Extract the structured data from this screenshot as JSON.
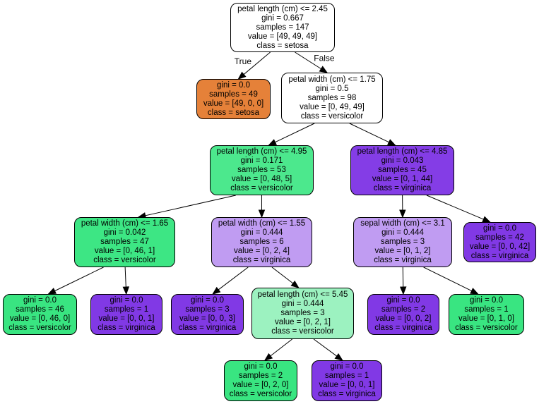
{
  "tree": {
    "colors": {
      "white": "#ffffff",
      "setosa_orange": "#e58139",
      "versicolor_green_strong": "#39e581",
      "versicolor_green": "#47e78a",
      "versicolor_green_light": "#9cf2c0",
      "virginica_purple_strong": "#8139e5",
      "virginica_purple": "#843de6",
      "virginica_purple_light": "#c09cf2"
    },
    "nodes": [
      {
        "id": "n0",
        "lines": [
          "petal length (cm) <= 2.45",
          "gini = 0.667",
          "samples = 147",
          "value = [49, 49, 49]",
          "class = setosa"
        ],
        "color": "#ffffff"
      },
      {
        "id": "n1",
        "lines": [
          "gini = 0.0",
          "samples = 49",
          "value = [49, 0, 0]",
          "class = setosa"
        ],
        "color": "#e58139"
      },
      {
        "id": "n2",
        "lines": [
          "petal width (cm) <= 1.75",
          "gini = 0.5",
          "samples = 98",
          "value = [0, 49, 49]",
          "class = versicolor"
        ],
        "color": "#ffffff"
      },
      {
        "id": "n3",
        "lines": [
          "petal length (cm) <= 4.95",
          "gini = 0.171",
          "samples = 53",
          "value = [0, 48, 5]",
          "class = versicolor"
        ],
        "color": "#4ce88d"
      },
      {
        "id": "n4",
        "lines": [
          "petal length (cm) <= 4.85",
          "gini = 0.043",
          "samples = 45",
          "value = [0, 1, 44]",
          "class = virginica"
        ],
        "color": "#843de6"
      },
      {
        "id": "n5",
        "lines": [
          "petal width (cm) <= 1.65",
          "gini = 0.042",
          "samples = 47",
          "value = [0, 46, 1]",
          "class = versicolor"
        ],
        "color": "#3de684"
      },
      {
        "id": "n6",
        "lines": [
          "petal width (cm) <= 1.55",
          "gini = 0.444",
          "samples = 6",
          "value = [0, 2, 4]",
          "class = virginica"
        ],
        "color": "#c09cf2"
      },
      {
        "id": "n7",
        "lines": [
          "sepal width (cm) <= 3.1",
          "gini = 0.444",
          "samples = 3",
          "value = [0, 1, 2]",
          "class = virginica"
        ],
        "color": "#c09cf2"
      },
      {
        "id": "n8",
        "lines": [
          "gini = 0.0",
          "samples = 42",
          "value = [0, 0, 42]",
          "class = virginica"
        ],
        "color": "#8139e5"
      },
      {
        "id": "n9",
        "lines": [
          "gini = 0.0",
          "samples = 46",
          "value = [0, 46, 0]",
          "class = versicolor"
        ],
        "color": "#39e581"
      },
      {
        "id": "n10",
        "lines": [
          "gini = 0.0",
          "samples = 1",
          "value = [0, 0, 1]",
          "class = virginica"
        ],
        "color": "#8139e5"
      },
      {
        "id": "n11",
        "lines": [
          "gini = 0.0",
          "samples = 3",
          "value = [0, 0, 3]",
          "class = virginica"
        ],
        "color": "#8139e5"
      },
      {
        "id": "n12",
        "lines": [
          "petal length (cm) <= 5.45",
          "gini = 0.444",
          "samples = 3",
          "value = [0, 2, 1]",
          "class = versicolor"
        ],
        "color": "#9cf2c0"
      },
      {
        "id": "n13",
        "lines": [
          "gini = 0.0",
          "samples = 2",
          "value = [0, 0, 2]",
          "class = virginica"
        ],
        "color": "#8139e5"
      },
      {
        "id": "n14",
        "lines": [
          "gini = 0.0",
          "samples = 1",
          "value = [0, 1, 0]",
          "class = versicolor"
        ],
        "color": "#39e581"
      },
      {
        "id": "n15",
        "lines": [
          "gini = 0.0",
          "samples = 2",
          "value = [0, 2, 0]",
          "class = versicolor"
        ],
        "color": "#39e581"
      },
      {
        "id": "n16",
        "lines": [
          "gini = 0.0",
          "samples = 1",
          "value = [0, 0, 1]",
          "class = virginica"
        ],
        "color": "#8139e5"
      }
    ],
    "edges": [
      {
        "from": "n0",
        "to": "n1",
        "label": "True"
      },
      {
        "from": "n0",
        "to": "n2",
        "label": "False"
      },
      {
        "from": "n2",
        "to": "n3",
        "label": ""
      },
      {
        "from": "n2",
        "to": "n4",
        "label": ""
      },
      {
        "from": "n3",
        "to": "n5",
        "label": ""
      },
      {
        "from": "n3",
        "to": "n6",
        "label": ""
      },
      {
        "from": "n4",
        "to": "n7",
        "label": ""
      },
      {
        "from": "n4",
        "to": "n8",
        "label": ""
      },
      {
        "from": "n5",
        "to": "n9",
        "label": ""
      },
      {
        "from": "n5",
        "to": "n10",
        "label": ""
      },
      {
        "from": "n6",
        "to": "n11",
        "label": ""
      },
      {
        "from": "n6",
        "to": "n12",
        "label": ""
      },
      {
        "from": "n7",
        "to": "n13",
        "label": ""
      },
      {
        "from": "n7",
        "to": "n14",
        "label": ""
      },
      {
        "from": "n12",
        "to": "n15",
        "label": ""
      },
      {
        "from": "n12",
        "to": "n16",
        "label": ""
      }
    ]
  }
}
